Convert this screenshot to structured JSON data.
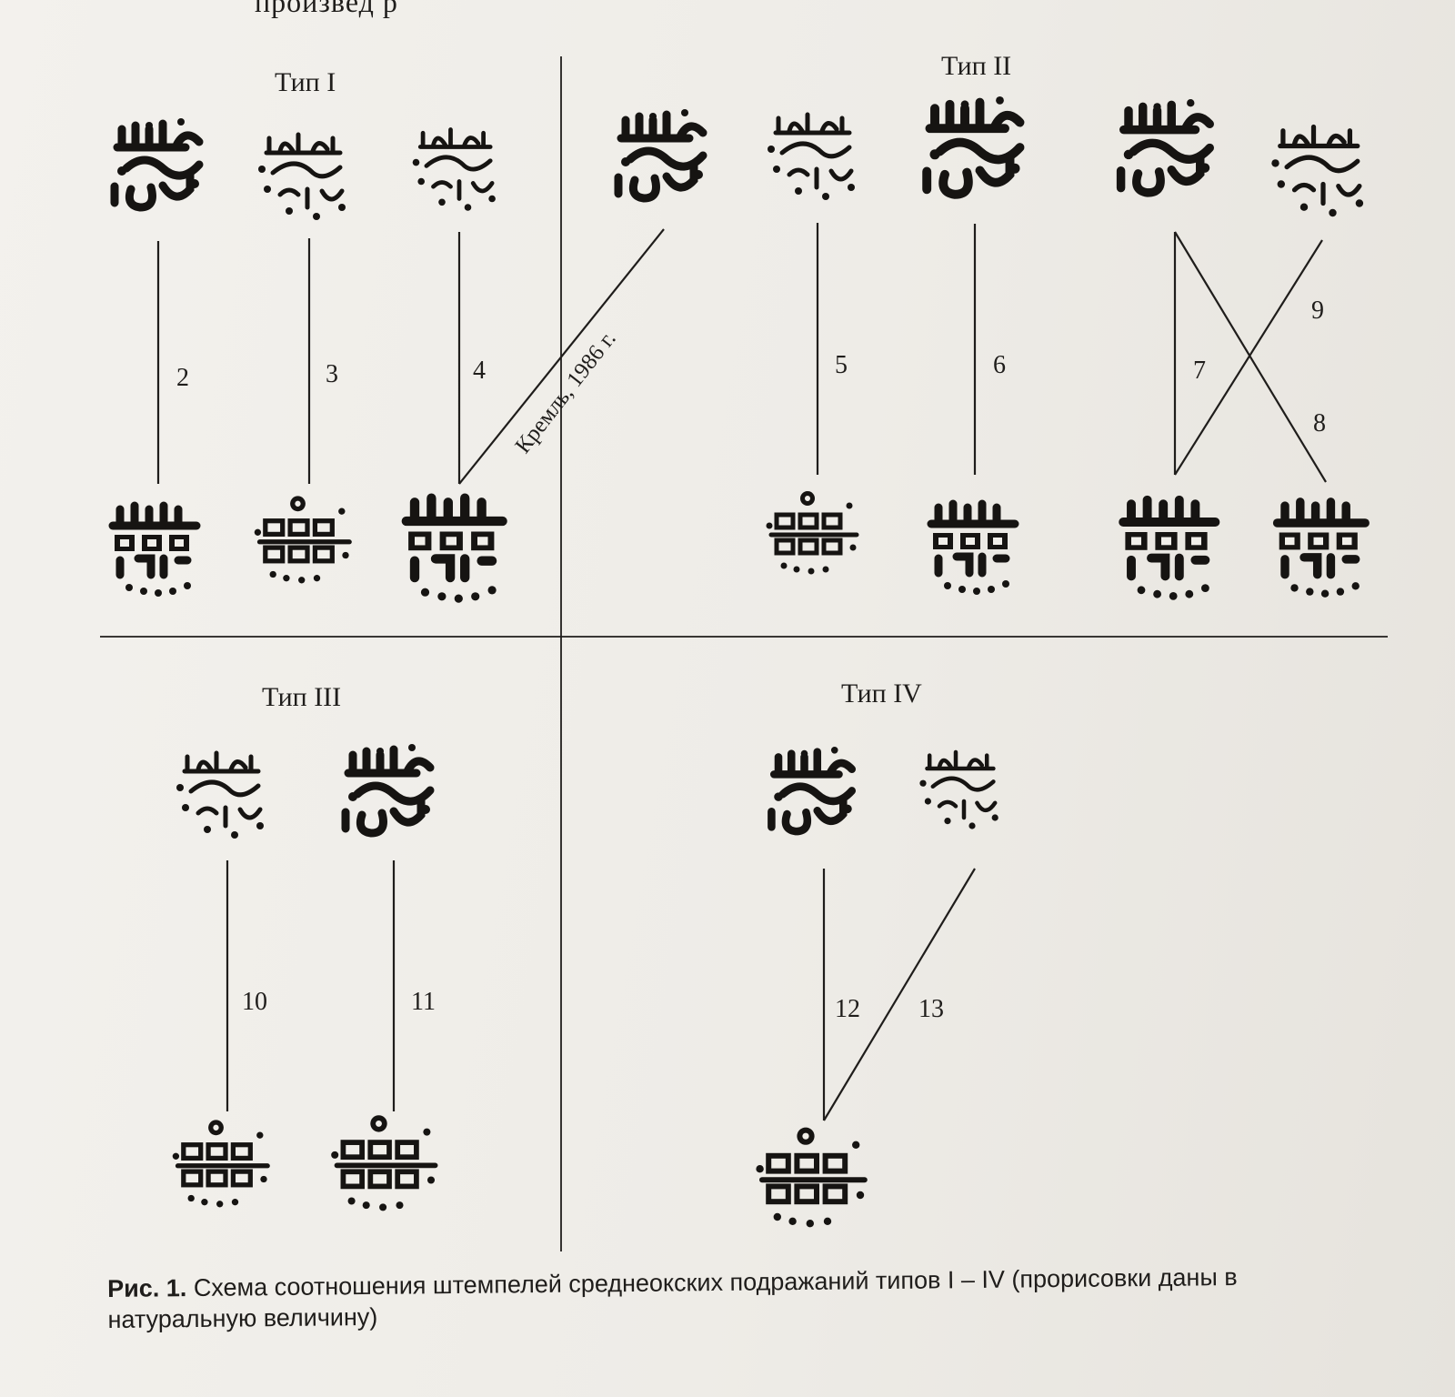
{
  "top_fragment": "произвед         р",
  "types": [
    {
      "label": "Тип I"
    },
    {
      "label": "Тип II"
    },
    {
      "label": "Тип III"
    },
    {
      "label": "Тип IV"
    }
  ],
  "link_numbers": [
    "2",
    "3",
    "4",
    "5",
    "6",
    "7",
    "8",
    "9",
    "10",
    "11",
    "12",
    "13"
  ],
  "kremlin_note": "Кремль, 1986 г.",
  "caption": {
    "figure_ref": "Рис. 1.",
    "text": "Схема соотношения штемпелей среднеокских подражаний типов I – IV (прорисовки даны в натуральную величину)"
  }
}
